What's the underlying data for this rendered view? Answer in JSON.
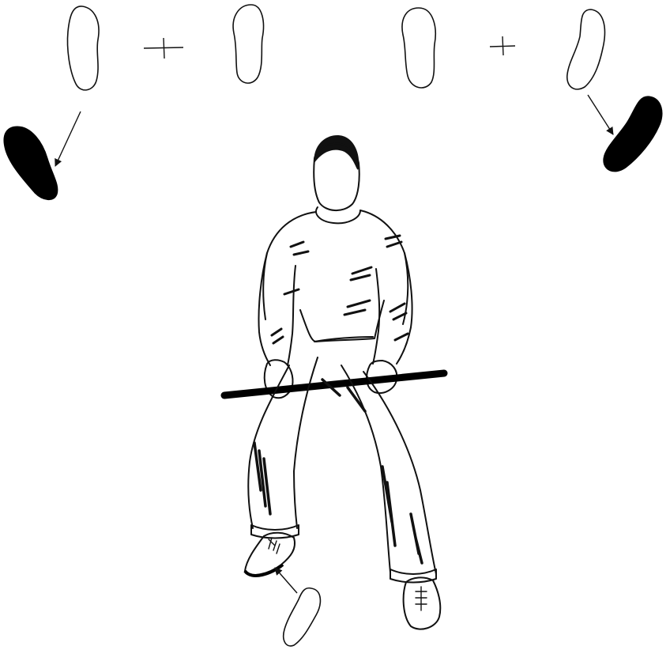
{
  "illustration": {
    "subject": "martial-arts-stance-with-staff",
    "colors": {
      "ink": "#111111",
      "paper": "#ffffff",
      "fill": "#000000"
    },
    "footprint_groups": [
      {
        "side": "left",
        "symbol": "+"
      },
      {
        "side": "right",
        "symbol": "+"
      }
    ]
  }
}
